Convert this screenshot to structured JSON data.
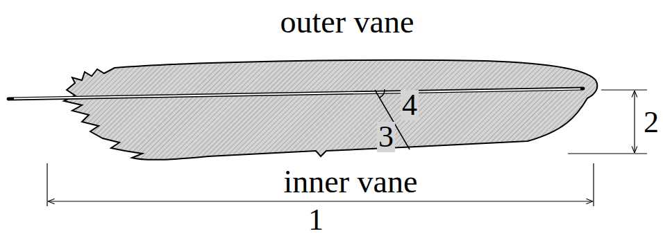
{
  "diagram": {
    "labels": [
      "outer vane",
      "4",
      "2",
      "3",
      "inner vane",
      "1"
    ]
  }
}
